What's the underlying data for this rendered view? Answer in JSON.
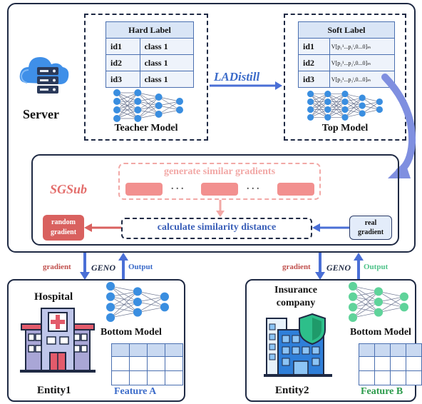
{
  "server": {
    "label": "Server"
  },
  "teacher": {
    "table_header": "Hard Label",
    "rows": [
      {
        "id": "id1",
        "label": "class 1"
      },
      {
        "id": "id2",
        "label": "class 1"
      },
      {
        "id": "id3",
        "label": "class 1"
      }
    ],
    "model_label": "Teacher Model"
  },
  "top": {
    "table_header": "Soft  Label",
    "rows": [
      {
        "id": "id1",
        "label": "V[p₁¹...p₁ˡ,0...0]ₘ"
      },
      {
        "id": "id2",
        "label": "V[p₂¹...p₂ˡ,0...0]ₘ"
      },
      {
        "id": "id3",
        "label": "V[p₃¹...p₃ˡ,0...0]ₘ"
      }
    ],
    "model_label": "Top Model"
  },
  "ladistill": "LADistill",
  "sgsub": {
    "label": "SGSub",
    "generate_label": "generate similar gradients",
    "dots": ". . .",
    "calc_label": "calculate similarity distance",
    "random_label_1": "random",
    "random_label_2": "gradient",
    "real_label_1": "real",
    "real_label_2": "gradient"
  },
  "links": {
    "left": {
      "gradient": "gradient",
      "geno": "GENO",
      "output": "Output"
    },
    "right": {
      "gradient": "gradient",
      "geno": "GENO",
      "output": "Output"
    }
  },
  "entity1": {
    "name": "Hospital",
    "model_label": "Bottom Model",
    "feature_label": "Feature  A",
    "entity_label": "Entity1"
  },
  "entity2": {
    "name_line1": "Insurance",
    "name_line2": "company",
    "model_label": "Bottom Model",
    "feature_label": "Feature B",
    "entity_label": "Entity2"
  },
  "colors": {
    "navy": "#1f2a44",
    "blue_arrow": "#4a6fd6",
    "pink": "#f2908f",
    "pink_text": "#e36d6b",
    "red_arrow": "#d9615f",
    "nn_blue": "#3a8ee0",
    "nn_green": "#5fd39a",
    "feature_a": "#3b6bc9",
    "feature_b": "#2a9a4a"
  }
}
